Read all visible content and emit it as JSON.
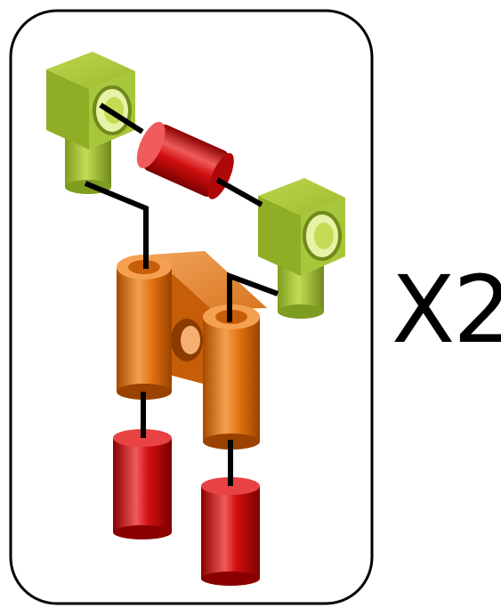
{
  "multiplier_label": "X2",
  "colors": {
    "frame": "#000000",
    "connector": "#000000",
    "green_block": "#9dbb2e",
    "green_light": "#c4dc55",
    "green_dark": "#6f8a1a",
    "red_part": "#d10f0f",
    "red_light": "#f05b5b",
    "red_dark": "#8a0000",
    "orange_part": "#e07010",
    "orange_light": "#f5a050",
    "orange_dark": "#a84a00"
  },
  "parts": [
    {
      "name": "green-elbow-block",
      "icon": "green-elbow-block-icon",
      "count": 2
    },
    {
      "name": "red-short-cylinder",
      "icon": "red-cylinder-horizontal-icon",
      "count": 1
    },
    {
      "name": "orange-double-tube-bracket",
      "icon": "orange-bracket-icon",
      "count": 1
    },
    {
      "name": "red-tall-cylinder",
      "icon": "red-cylinder-vertical-icon",
      "count": 2
    }
  ]
}
